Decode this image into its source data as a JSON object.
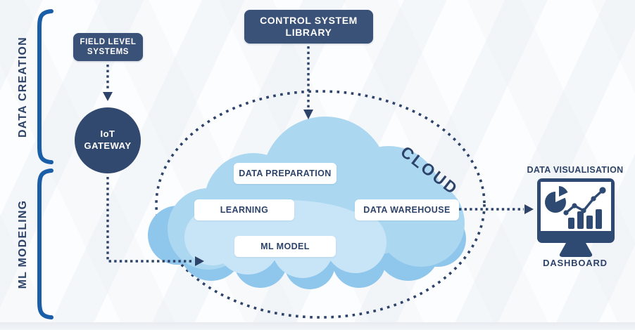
{
  "sections": {
    "data_creation": "DATA CREATION",
    "ml_modeling": "ML MODELING"
  },
  "nodes": {
    "field_level": {
      "line1": "FIELD LEVEL",
      "line2": "SYSTEMS"
    },
    "control_library": {
      "line1": "CONTROL SYSTEM",
      "line2": "LIBRARY"
    },
    "iot_gateway": {
      "line1": "IoT",
      "line2": "GATEWAY"
    }
  },
  "cloud": {
    "label": "CLOUD",
    "items": {
      "data_preparation": "DATA PREPARATION",
      "learning": "LEARNING",
      "ml_model": "ML MODEL",
      "data_warehouse": "DATA WAREHOUSE"
    }
  },
  "visualisation": {
    "title": "DATA VISUALISATION",
    "caption": "DASHBOARD"
  },
  "colors": {
    "navy": "#2e4369",
    "box_navy": "#3a5178",
    "bracket_blue": "#1b5ea8",
    "cloud_main": "#abd7f1",
    "cloud_shadow": "#8fc6ec",
    "cloud_highlight": "#c8e5f8"
  }
}
